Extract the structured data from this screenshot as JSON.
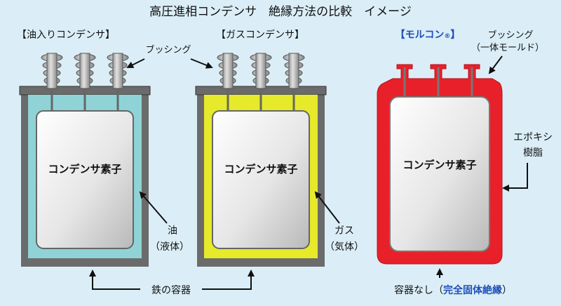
{
  "title": "高圧進相コンデンサ　絶縁方法の比較　イメージ",
  "oil_type": {
    "heading": "【油入りコンデンサ】",
    "bushing_label": "ブッシング",
    "element_label": "コンデンサ素子",
    "medium_line1": "油",
    "medium_line2": "（液体）",
    "fill_color": "#8fd3d6"
  },
  "gas_type": {
    "heading": "【ガスコンデンサ】",
    "element_label": "コンデンサ素子",
    "medium_line1": "ガス",
    "medium_line2": "（気体）",
    "fill_color": "#e6ea2a"
  },
  "molcon_type": {
    "heading": "【モルコン",
    "heading_mark": "®",
    "heading_close": "】",
    "bushing_line1": "ブッシング",
    "bushing_line2": "（一体モールド）",
    "element_label": "コンデンサ素子",
    "resin_line1": "エポキシ",
    "resin_line2": "樹脂",
    "container_text": "容器なし（",
    "container_emphasis": "完全固体絶縁",
    "container_close": "）",
    "fill_color": "#e8202a"
  },
  "steel_container_label": "鉄の容器",
  "case_color": "#6b6b6b",
  "accent_color": "#1f4fb8"
}
